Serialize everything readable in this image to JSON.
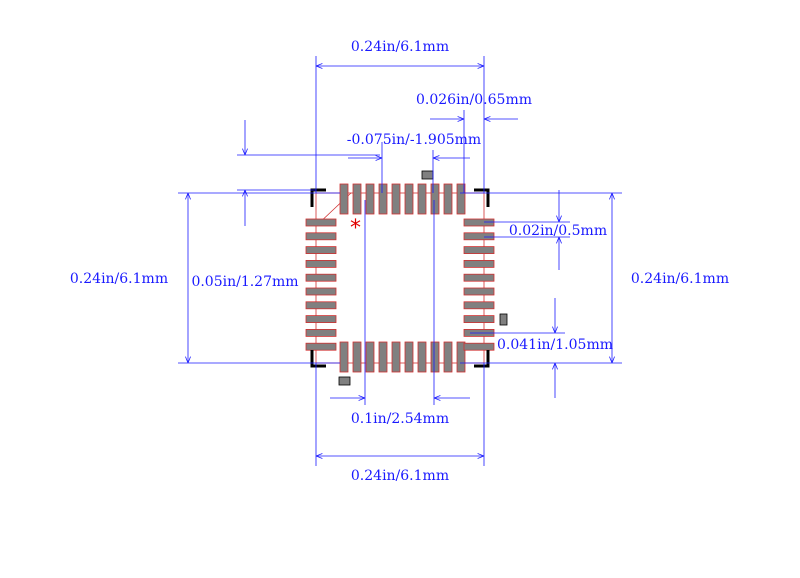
{
  "dimensions": {
    "top_width": "0.24in/6.1mm",
    "pad_pitch": "0.026in/0.65mm",
    "pin1_offset": "-0.075in/-1.905mm",
    "pad_width": "0.02in/0.5mm",
    "left_height": "0.24in/6.1mm",
    "right_height": "0.24in/6.1mm",
    "silkscreen_offset": "0.05in/1.27mm",
    "pad_length": "0.041in/1.05mm",
    "inner_span": "0.1in/2.54mm",
    "bottom_width": "0.24in/6.1mm"
  },
  "pin1_marker": "*",
  "colors": {
    "dimension": "#1a1aff",
    "pad_fill": "#808080",
    "pad_outline": "#d03030",
    "outline": "#000000",
    "marker": "#e00000"
  }
}
